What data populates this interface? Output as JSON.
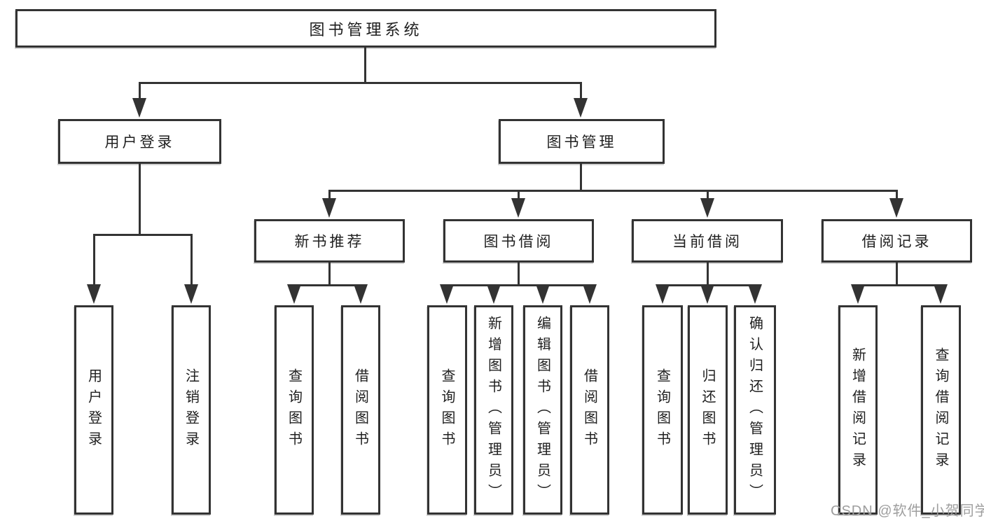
{
  "diagram": {
    "root": "图书管理系统",
    "branches": [
      {
        "label": "用户登录",
        "children": [
          "用户登录",
          "注销登录"
        ]
      },
      {
        "label": "图书管理",
        "sections": [
          {
            "label": "新书推荐",
            "children": [
              "查询图书",
              "借阅图书"
            ]
          },
          {
            "label": "图书借阅",
            "children": [
              "查询图书",
              "新增图书（管理员）",
              "编辑图书（管理员）",
              "借阅图书"
            ]
          },
          {
            "label": "当前借阅",
            "children": [
              "查询图书",
              "归还图书",
              "确认归还（管理员）"
            ]
          },
          {
            "label": "借阅记录",
            "children": [
              "新增借阅记录",
              "查询借阅记录"
            ]
          }
        ]
      }
    ]
  },
  "watermark": {
    "text": "CSDN @软件_小贺同学"
  },
  "colors": {
    "line": "#333333",
    "box_border": "#333333",
    "box_background": "#ffffff",
    "text": "#1f1f1f",
    "watermark": "#9e9e9e",
    "page_background": "#ffffff"
  }
}
